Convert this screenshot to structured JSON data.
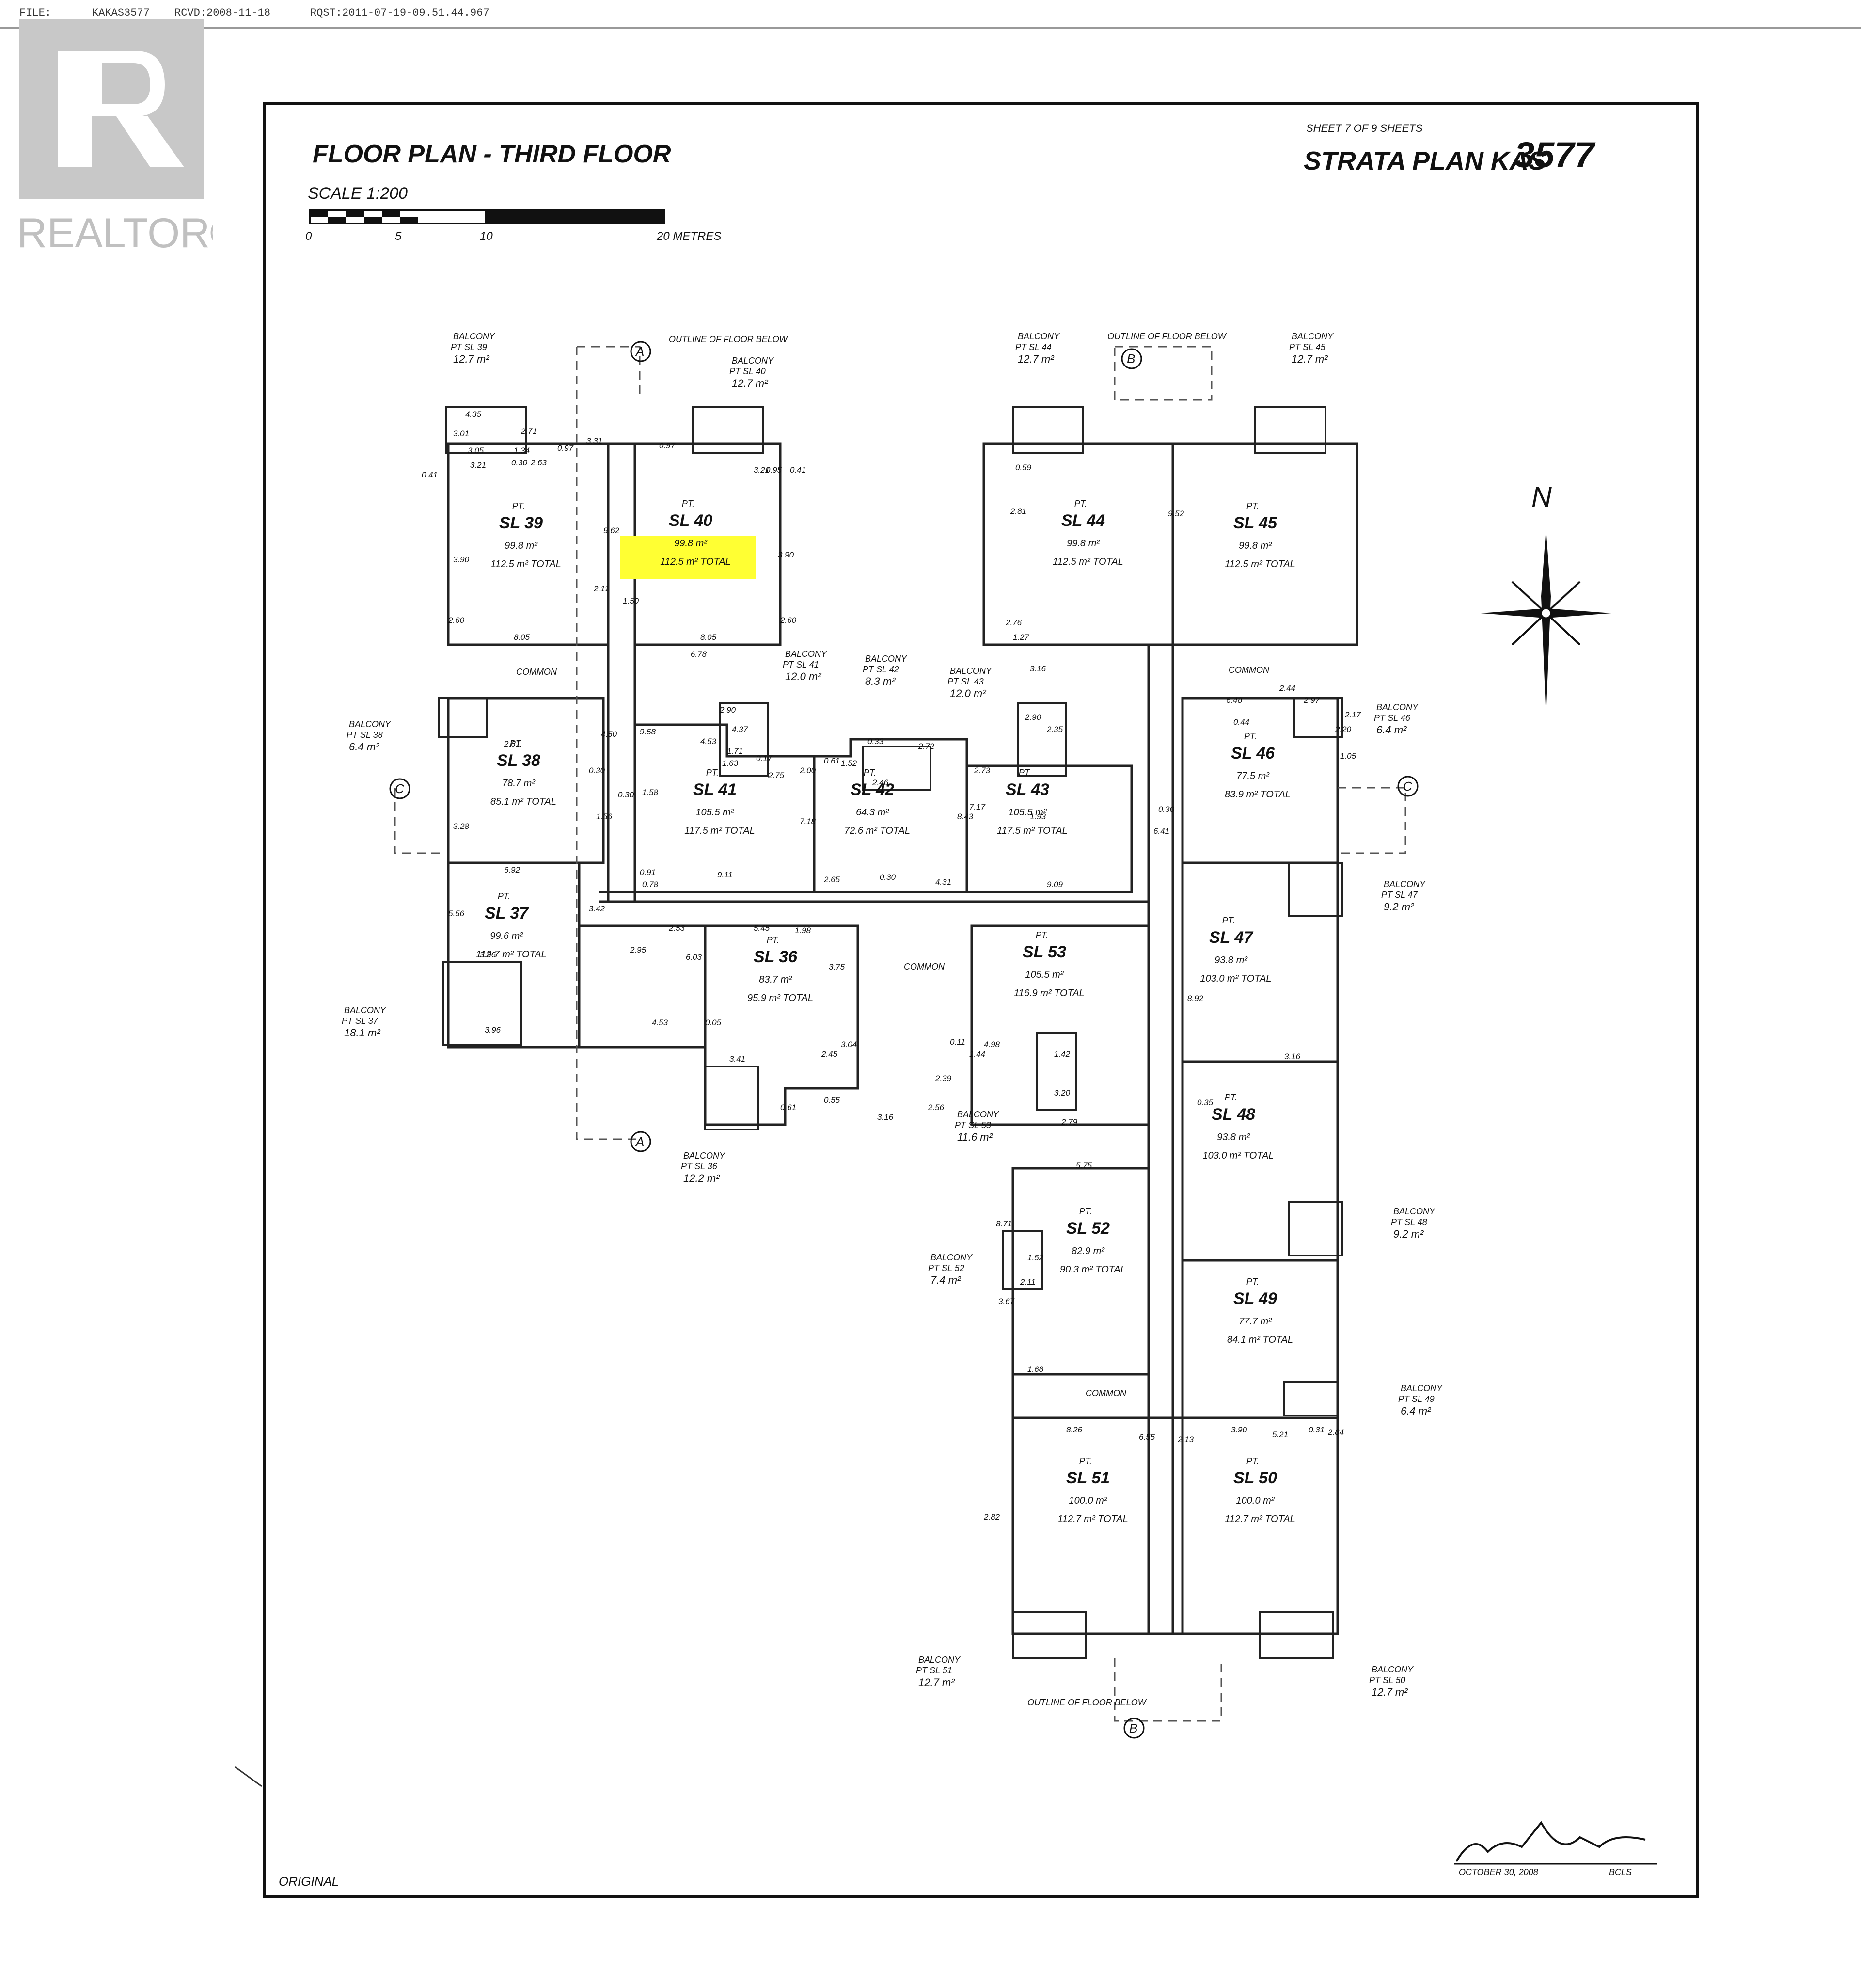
{
  "header": {
    "file_label": "FILE:",
    "file_value": "KAKAS3577",
    "rcvd": "RCVD:2008-11-18",
    "rqst": "RQST:2011-07-19-09.51.44.967"
  },
  "logo": {
    "brand": "REALTOR®",
    "color": "#bbbbbb"
  },
  "title": {
    "main": "FLOOR PLAN  - THIRD FLOOR",
    "scale": "SCALE 1:200",
    "scale_ticks": [
      "0",
      "5",
      "10",
      "20  METRES"
    ],
    "sheet": "SHEET 7 OF 9 SHEETS",
    "plan_name": "STRATA PLAN KAS",
    "plan_number": "3577"
  },
  "north": "N",
  "sections": {
    "a": "A",
    "b": "B",
    "c": "C"
  },
  "outline_label": "OUTLINE OF FLOOR BELOW",
  "common": "COMMON",
  "units": [
    {
      "pt": "PT.",
      "name": "SL 39",
      "area": "99.8 m²",
      "total": "112.5 m² TOTAL"
    },
    {
      "pt": "PT.",
      "name": "SL 40",
      "area": "99.8 m²",
      "total": "112.5 m² TOTAL",
      "highlight": "#ffff33"
    },
    {
      "pt": "PT.",
      "name": "SL 44",
      "area": "99.8 m²",
      "total": "112.5 m² TOTAL"
    },
    {
      "pt": "PT.",
      "name": "SL 45",
      "area": "99.8 m²",
      "total": "112.5 m² TOTAL"
    },
    {
      "pt": "PT.",
      "name": "SL 38",
      "area": "78.7 m²",
      "total": "85.1 m² TOTAL"
    },
    {
      "pt": "PT.",
      "name": "SL 41",
      "area": "105.5 m²",
      "total": "117.5 m² TOTAL"
    },
    {
      "pt": "PT.",
      "name": "SL 42",
      "area": "64.3 m²",
      "total": "72.6 m² TOTAL"
    },
    {
      "pt": "PT.",
      "name": "SL 43",
      "area": "105.5 m²",
      "total": "117.5 m² TOTAL"
    },
    {
      "pt": "PT.",
      "name": "SL 46",
      "area": "77.5 m²",
      "total": "83.9 m² TOTAL"
    },
    {
      "pt": "PT.",
      "name": "SL 37",
      "area": "99.6 m²",
      "total": "112.7 m² TOTAL"
    },
    {
      "pt": "PT.",
      "name": "SL 36",
      "area": "83.7 m²",
      "total": "95.9 m² TOTAL"
    },
    {
      "pt": "PT.",
      "name": "SL 53",
      "area": "105.5 m²",
      "total": "116.9 m² TOTAL"
    },
    {
      "pt": "PT.",
      "name": "SL 47",
      "area": "93.8 m²",
      "total": "103.0 m² TOTAL"
    },
    {
      "pt": "PT.",
      "name": "SL 48",
      "area": "93.8 m²",
      "total": "103.0 m² TOTAL"
    },
    {
      "pt": "PT.",
      "name": "SL 52",
      "area": "82.9 m²",
      "total": "90.3 m² TOTAL"
    },
    {
      "pt": "PT.",
      "name": "SL 49",
      "area": "77.7 m²",
      "total": "84.1 m² TOTAL"
    },
    {
      "pt": "PT.",
      "name": "SL 51",
      "area": "100.0 m²",
      "total": "112.7 m² TOTAL"
    },
    {
      "pt": "PT.",
      "name": "SL 50",
      "area": "100.0 m²",
      "total": "112.7 m² TOTAL"
    }
  ],
  "balconies": [
    {
      "label": "BALCONY",
      "sl": "PT SL 39",
      "area": "12.7 m²"
    },
    {
      "label": "BALCONY",
      "sl": "PT SL 40",
      "area": "12.7 m²"
    },
    {
      "label": "BALCONY",
      "sl": "PT SL 44",
      "area": "12.7 m²"
    },
    {
      "label": "BALCONY",
      "sl": "PT SL 45",
      "area": "12.7 m²"
    },
    {
      "label": "BALCONY",
      "sl": "PT SL 41",
      "area": "12.0 m²"
    },
    {
      "label": "BALCONY",
      "sl": "PT SL 42",
      "area": "8.3 m²"
    },
    {
      "label": "BALCONY",
      "sl": "PT SL 43",
      "area": "12.0 m²"
    },
    {
      "label": "BALCONY",
      "sl": "PT SL 38",
      "area": "6.4 m²"
    },
    {
      "label": "BALCONY",
      "sl": "PT SL 46",
      "area": "6.4 m²"
    },
    {
      "label": "BALCONY",
      "sl": "PT SL 47",
      "area": "9.2 m²"
    },
    {
      "label": "BALCONY",
      "sl": "PT SL 37",
      "area": "18.1 m²"
    },
    {
      "label": "BALCONY",
      "sl": "PT SL 36",
      "area": "12.2 m²"
    },
    {
      "label": "BALCONY",
      "sl": "PT SL 53",
      "area": "11.6 m²"
    },
    {
      "label": "BALCONY",
      "sl": "PT SL 48",
      "area": "9.2 m²"
    },
    {
      "label": "BALCONY",
      "sl": "PT SL 52",
      "area": "7.4 m²"
    },
    {
      "label": "BALCONY",
      "sl": "PT SL 49",
      "area": "6.4 m²"
    },
    {
      "label": "BALCONY",
      "sl": "PT SL 51",
      "area": "12.7 m²"
    },
    {
      "label": "BALCONY",
      "sl": "PT SL 50",
      "area": "12.7 m²"
    }
  ],
  "dims": [
    "4.35",
    "3.01",
    "3.05",
    "1.34",
    "2.71",
    "0.97",
    "3.31",
    "0.41",
    "3.21",
    "0.30",
    "2.63",
    "9.62",
    "3.90",
    "2.60",
    "8.05",
    "1.50",
    "2.11",
    "0.97",
    "3.21",
    "0.95",
    "0.41",
    "3.90",
    "2.60",
    "8.05",
    "6.78",
    "0.59",
    "2.81",
    "1.27",
    "2.76",
    "3.16",
    "9.52",
    "6.48",
    "0.44",
    "2.44",
    "2.97",
    "2.17",
    "2.20",
    "1.05",
    "4.50",
    "0.30",
    "1.56",
    "2.61",
    "3.28",
    "6.92",
    "9.58",
    "1.58",
    "0.30",
    "0.78",
    "0.91",
    "9.11",
    "2.90",
    "4.53",
    "4.37",
    "1.71",
    "1.63",
    "0.17",
    "2.75",
    "0.61",
    "2.00",
    "1.52",
    "0.33",
    "2.72",
    "2.46",
    "7.18",
    "2.65",
    "0.30",
    "4.31",
    "8.43",
    "2.90",
    "2.73",
    "7.17",
    "9.09",
    "2.35",
    "1.93",
    "0.30",
    "6.41",
    "5.56",
    "3.42",
    "3.96",
    "3.96",
    "2.95",
    "2.53",
    "6.03",
    "4.53",
    "0.05",
    "5.45",
    "1.98",
    "3.75",
    "0.11",
    "3.41",
    "2.39",
    "3.16",
    "2.56",
    "0.61",
    "0.55",
    "2.45",
    "3.04",
    "4.98",
    "1.44",
    "1.42",
    "3.20",
    "2.79",
    "3.16",
    "8.92",
    "5.75",
    "0.35",
    "8.71",
    "1.52",
    "2.11",
    "3.67",
    "1.68",
    "8.26",
    "6.55",
    "2.13",
    "2.82",
    "3.90",
    "5.21",
    "0.31",
    "2.84"
  ],
  "signature": {
    "date": "OCTOBER 30, 2008",
    "initials": "BCLS"
  },
  "stamp": "ORIGINAL"
}
